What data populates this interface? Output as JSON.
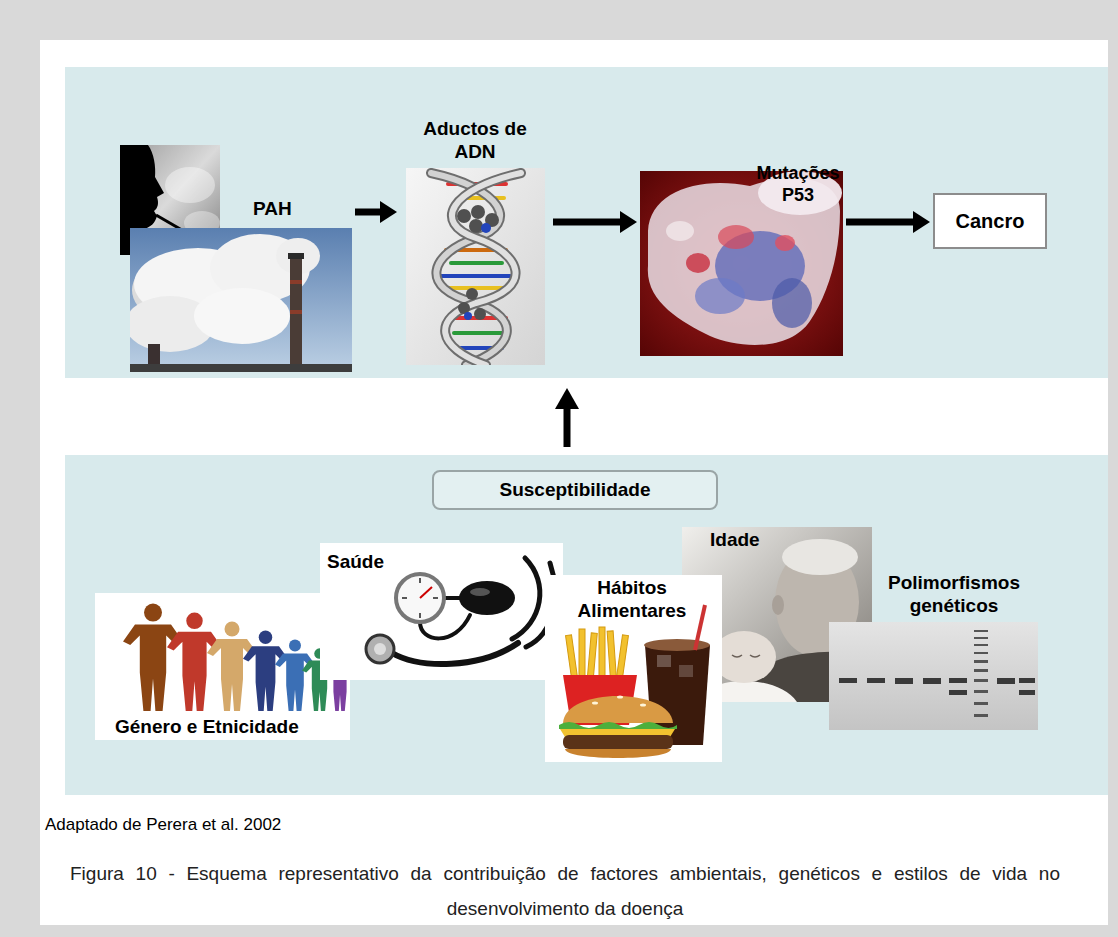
{
  "diagram": {
    "caption": "Figura 10 - Esquema representativo da contribuição de factores ambientais, genéticos e estilos de vida no desenvolvimento da doença",
    "nodes": [
      {
        "text": [
          "PAH"
        ]
      },
      {
        "text": [
          "Aductos de ADN"
        ]
      },
      {
        "text": [
          "Mutações P53"
        ]
      },
      {
        "text": [
          "Cancro"
        ]
      },
      {
        "text": [
          "Susceptibilidade"
        ]
      },
      {
        "text": [
          "Género e Etnicidade"
        ]
      },
      {
        "text": [
          "Saúde"
        ]
      },
      {
        "text": [
          "Hábitos Alimentares"
        ]
      },
      {
        "text": [
          "Idade"
        ]
      },
      {
        "text": [
          "Polimorfismos genéticos"
        ]
      }
    ],
    "edges": [
      {
        "from": 0,
        "to": 1,
        "arrow": "to"
      },
      {
        "from": 1,
        "to": 2,
        "arrow": "to"
      },
      {
        "from": 2,
        "to": 3,
        "arrow": "to"
      }
    ],
    "labels": [
      "Adaptado de Perera et al. 2002"
    ]
  }
}
